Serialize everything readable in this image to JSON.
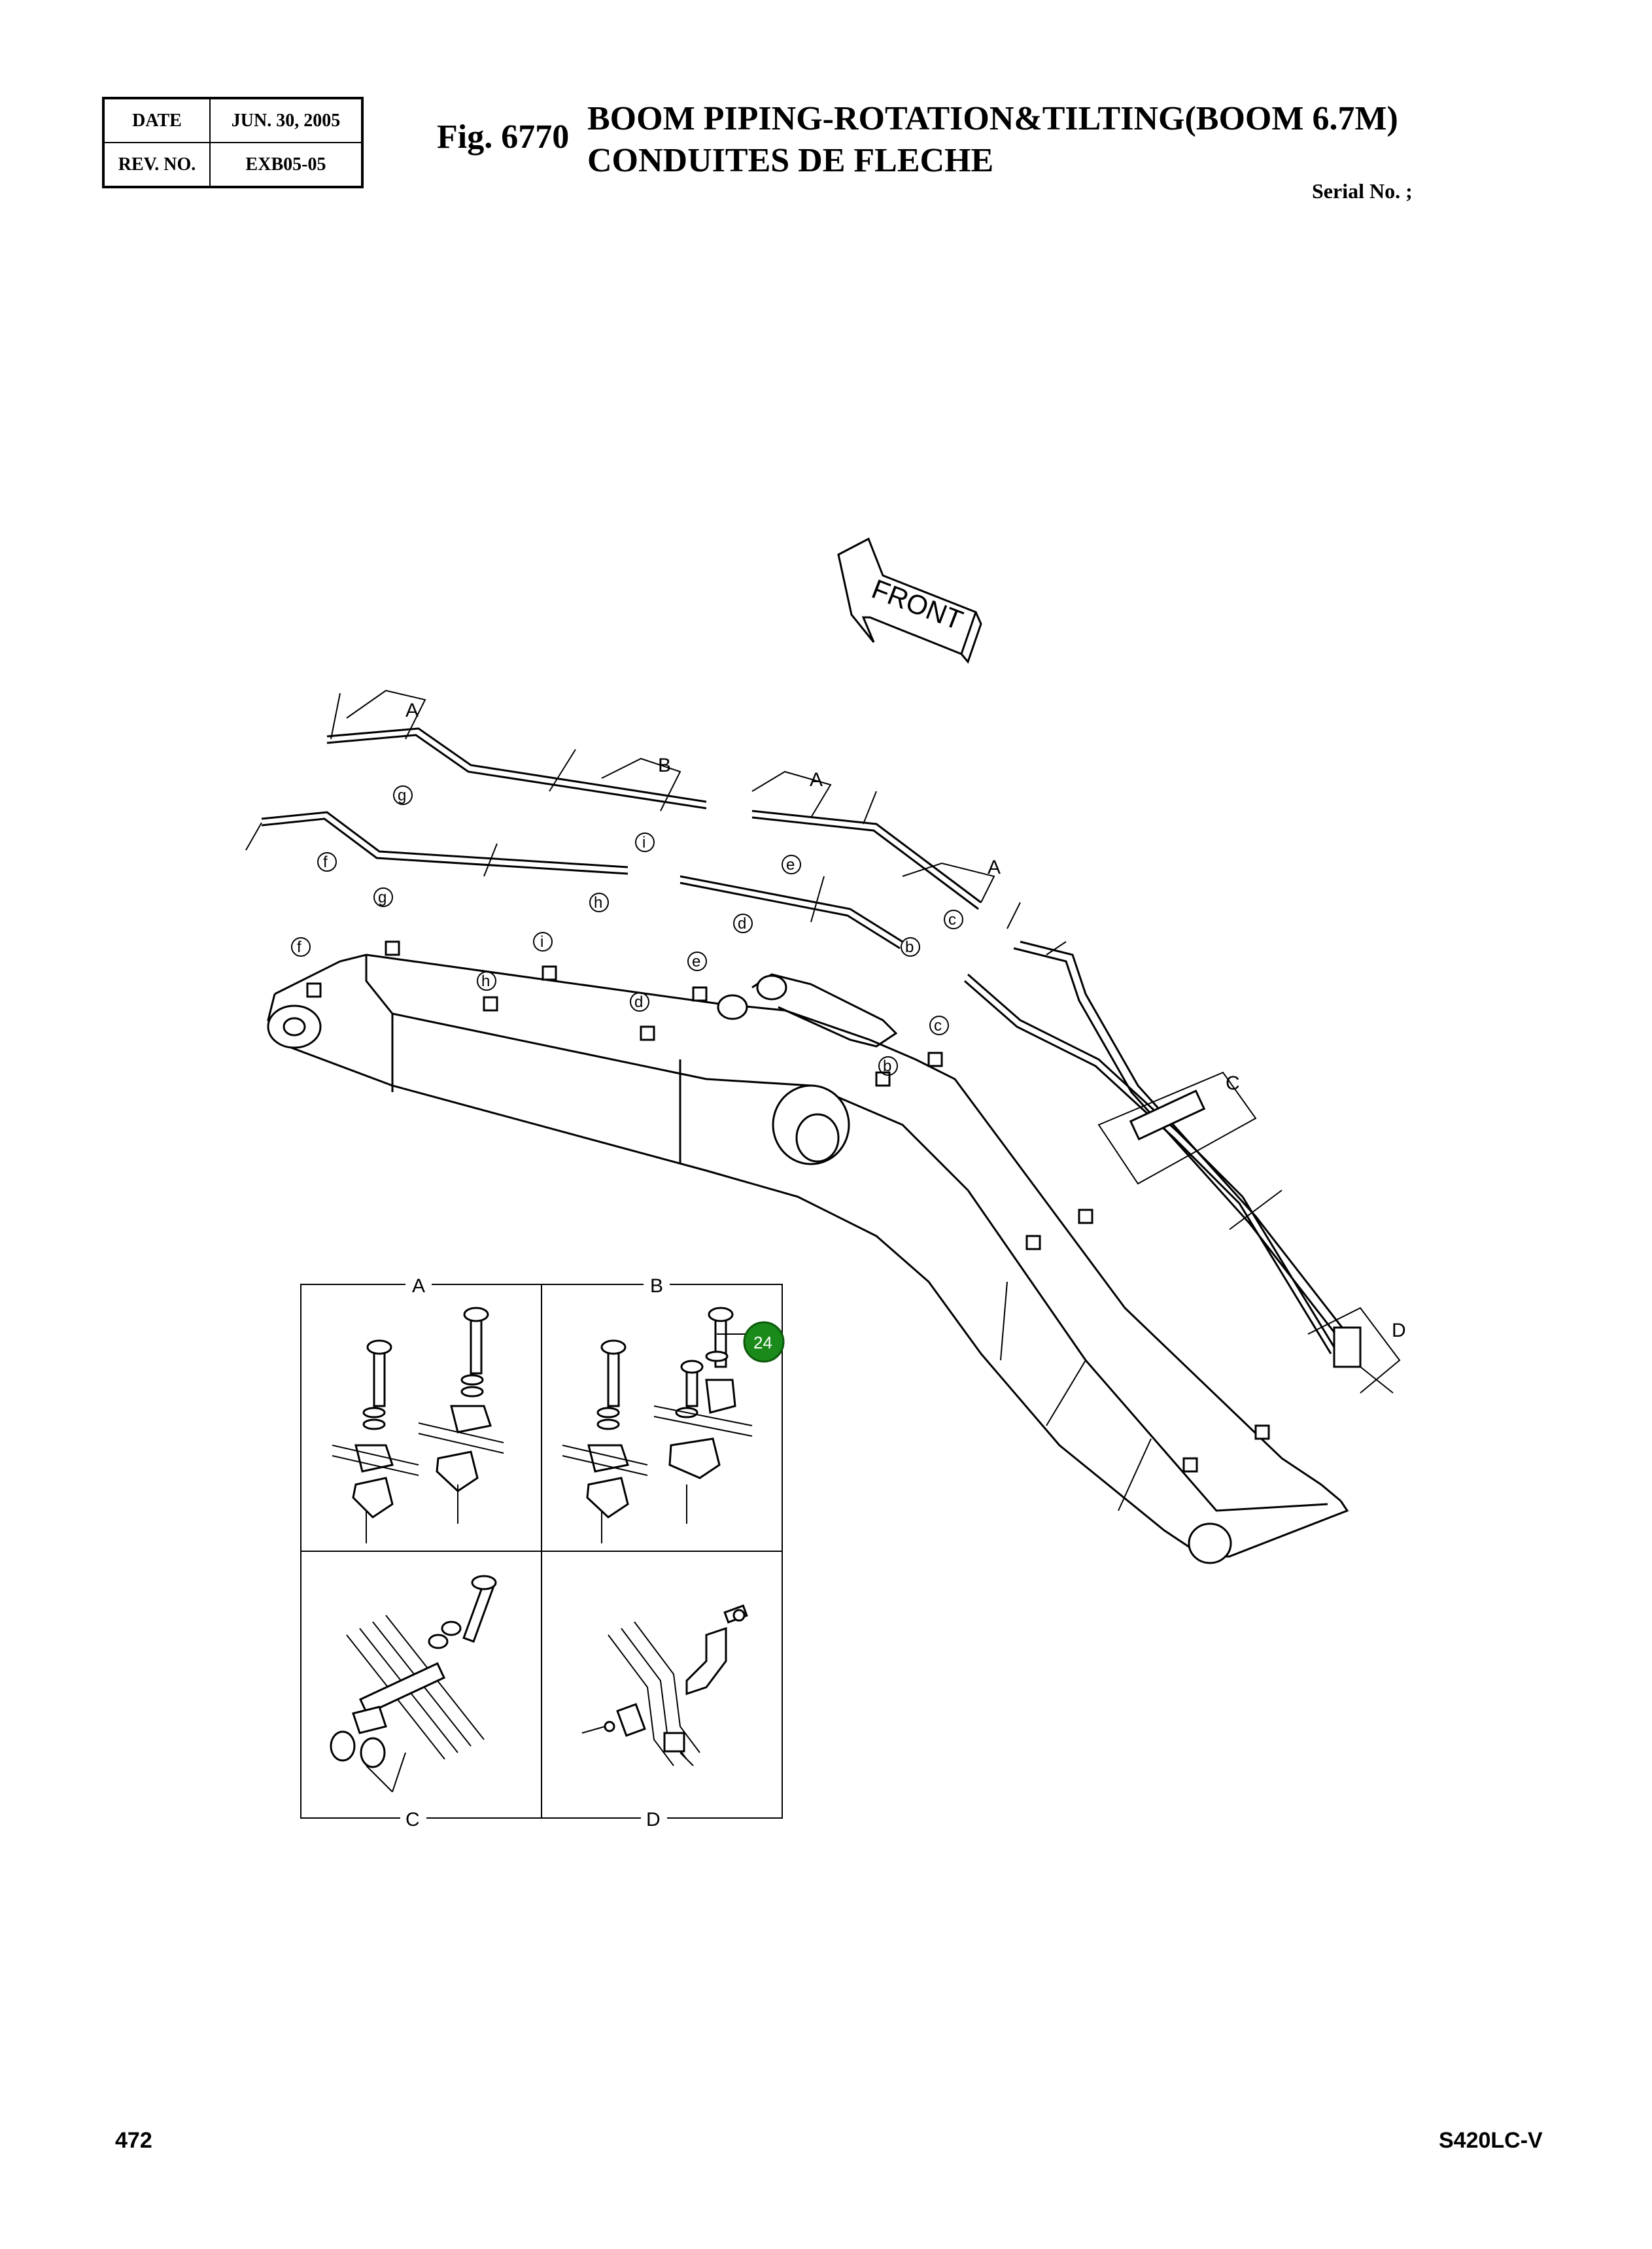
{
  "header": {
    "date_label": "DATE",
    "date_value": "JUN. 30, 2005",
    "rev_label": "REV. NO.",
    "rev_value": "EXB05-05",
    "fig_number": "Fig. 6770",
    "title_line1": "BOOM PIPING-ROTATION&TILTING(BOOM 6.7M)",
    "title_line2": "CONDUITES DE FLECHE",
    "serial": "Serial No. ;"
  },
  "diagram": {
    "front_label": "FRONT",
    "view_labels": {
      "a": "A",
      "b": "B",
      "c": "C",
      "d": "D"
    },
    "ref_letters": {
      "b": "b",
      "c": "c",
      "d": "d",
      "e": "e",
      "f": "f",
      "g": "g",
      "h": "h",
      "i": "i"
    },
    "highlight_part": "24",
    "highlight_color": "#1a8a1a"
  },
  "footer": {
    "page_number": "472",
    "model": "S420LC-V"
  }
}
